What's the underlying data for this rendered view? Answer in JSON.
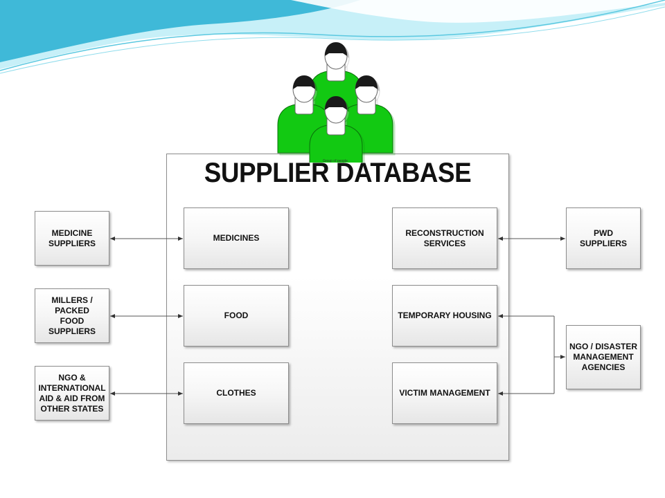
{
  "title": "SUPPLIER DATABASE",
  "people_caption": "Group of people",
  "colors": {
    "person_fill": "#12c912",
    "person_head": "#1a1a1a",
    "banner_light": "#bfeef8",
    "banner_dark": "#35b6d6"
  },
  "internal_nodes": {
    "medicines": "MEDICINES",
    "food": "FOOD",
    "clothes": "CLOTHES",
    "reconstruction": "RECONSTRUCTION\nSERVICES",
    "housing": "TEMPORARY HOUSING",
    "victim": "VICTIM MANAGEMENT"
  },
  "external_nodes": {
    "medicine_suppliers": "MEDICINE\nSUPPLIERS",
    "millers": "MILLERS / PACKED\nFOOD SUPPLIERS",
    "ngo_intl": "NGO &\nINTERNATIONAL\nAID & AID FROM\nOTHER STATES",
    "pwd": "PWD SUPPLIERS",
    "ngo_disaster": "NGO / DISASTER\nMANAGEMENT\nAGENCIES"
  }
}
